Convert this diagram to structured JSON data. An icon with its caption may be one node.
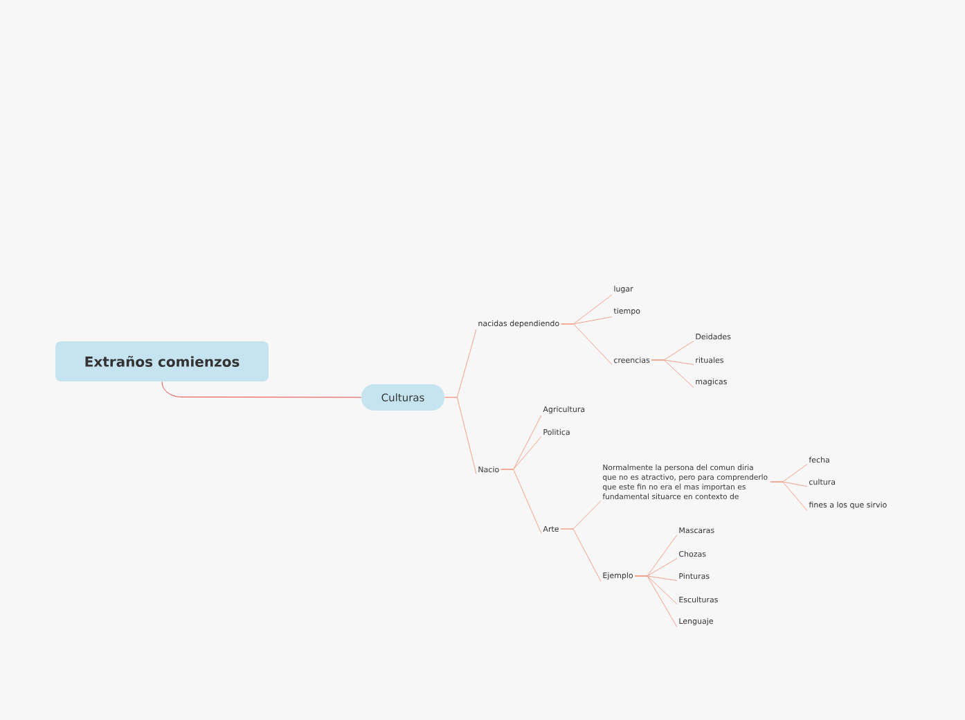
{
  "diagram": {
    "nodes": [
      {
        "text": [
          "Extraños comienzos"
        ]
      },
      {
        "text": [
          "Culturas"
        ]
      },
      {
        "text": [
          "nacidas dependiendo"
        ]
      },
      {
        "text": [
          "lugar"
        ]
      },
      {
        "text": [
          "tiempo"
        ]
      },
      {
        "text": [
          "creencias"
        ]
      },
      {
        "text": [
          "Deidades"
        ]
      },
      {
        "text": [
          "rituales"
        ]
      },
      {
        "text": [
          "magicas"
        ]
      },
      {
        "text": [
          "Nacio"
        ]
      },
      {
        "text": [
          "Agricultura"
        ]
      },
      {
        "text": [
          "Politica"
        ]
      },
      {
        "text": [
          "Arte"
        ]
      },
      {
        "text": [
          "Normalmente la persona del comun diria que no es atractivo, pero para comprenderlo que este fin no era el mas importan es fundamental situarce en contexto de"
        ]
      },
      {
        "text": [
          "fecha"
        ]
      },
      {
        "text": [
          "cultura"
        ]
      },
      {
        "text": [
          "fines a los que sirvio"
        ]
      },
      {
        "text": [
          "Ejemplo"
        ]
      },
      {
        "text": [
          "Mascaras"
        ]
      },
      {
        "text": [
          "Chozas"
        ]
      },
      {
        "text": [
          "Pinturas"
        ]
      },
      {
        "text": [
          "Esculturas"
        ]
      },
      {
        "text": [
          "Lenguaje"
        ]
      }
    ],
    "edges": [
      {
        "from": 0,
        "to": 1,
        "arrow": "none",
        "color": "#e8473f"
      },
      {
        "from": 1,
        "to": 2,
        "arrow": "none"
      },
      {
        "from": 1,
        "to": 9,
        "arrow": "none"
      },
      {
        "from": 2,
        "to": 3,
        "arrow": "none"
      },
      {
        "from": 2,
        "to": 4,
        "arrow": "none"
      },
      {
        "from": 2,
        "to": 5,
        "arrow": "none"
      },
      {
        "from": 5,
        "to": 6,
        "arrow": "none"
      },
      {
        "from": 5,
        "to": 7,
        "arrow": "none"
      },
      {
        "from": 5,
        "to": 8,
        "arrow": "none"
      },
      {
        "from": 9,
        "to": 10,
        "arrow": "none"
      },
      {
        "from": 9,
        "to": 11,
        "arrow": "none"
      },
      {
        "from": 9,
        "to": 12,
        "arrow": "none"
      },
      {
        "from": 12,
        "to": 13,
        "arrow": "none"
      },
      {
        "from": 12,
        "to": 17,
        "arrow": "none"
      },
      {
        "from": 13,
        "to": 14,
        "arrow": "none"
      },
      {
        "from": 13,
        "to": 15,
        "arrow": "none"
      },
      {
        "from": 13,
        "to": 16,
        "arrow": "none"
      },
      {
        "from": 17,
        "to": 18,
        "arrow": "none"
      },
      {
        "from": 17,
        "to": 19,
        "arrow": "none"
      },
      {
        "from": 17,
        "to": 20,
        "arrow": "none"
      },
      {
        "from": 17,
        "to": 21,
        "arrow": "none"
      },
      {
        "from": 17,
        "to": 22,
        "arrow": "none"
      }
    ]
  }
}
